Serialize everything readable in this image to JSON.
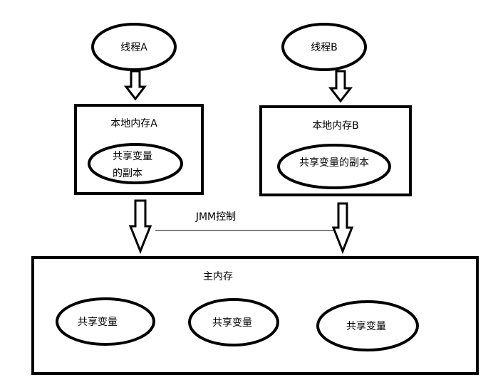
{
  "threads": {
    "a_label": "线程A",
    "b_label": "线程B"
  },
  "local_memory": {
    "a_title": "本地内存A",
    "a_copy_line1": "共享变量",
    "a_copy_line2": "的副本",
    "b_title": "本地内存B",
    "b_copy": "共享变量的副本"
  },
  "jmm": {
    "label": "JMM控制"
  },
  "main_memory": {
    "title": "主内存",
    "var1": "共享变量",
    "var2": "共享变量",
    "var3": "共享变量"
  }
}
